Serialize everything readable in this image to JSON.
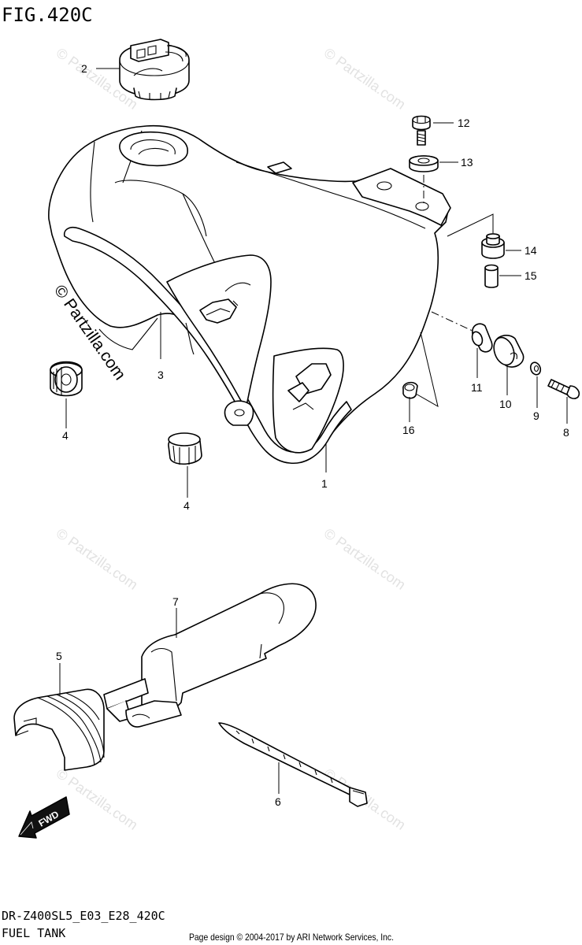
{
  "figure": {
    "title": "FIG.420C",
    "code": "DR-Z400SL5_E03_E28_420C",
    "name": "FUEL TANK",
    "copyright": "Page design © 2004-2017 by ARI Network Services, Inc."
  },
  "watermark": {
    "text": "© Partzilla.com"
  },
  "direction_arrow": {
    "label": "FWD"
  },
  "callouts": [
    {
      "id": "callout-1",
      "label": "1"
    },
    {
      "id": "callout-2",
      "label": "2"
    },
    {
      "id": "callout-3",
      "label": "3"
    },
    {
      "id": "callout-4a",
      "label": "4"
    },
    {
      "id": "callout-4b",
      "label": "4"
    },
    {
      "id": "callout-5",
      "label": "5"
    },
    {
      "id": "callout-6",
      "label": "6"
    },
    {
      "id": "callout-7",
      "label": "7"
    },
    {
      "id": "callout-8",
      "label": "8"
    },
    {
      "id": "callout-9",
      "label": "9"
    },
    {
      "id": "callout-10",
      "label": "10"
    },
    {
      "id": "callout-11",
      "label": "11"
    },
    {
      "id": "callout-12",
      "label": "12"
    },
    {
      "id": "callout-13",
      "label": "13"
    },
    {
      "id": "callout-14",
      "label": "14"
    },
    {
      "id": "callout-15",
      "label": "15"
    },
    {
      "id": "callout-16",
      "label": "16"
    }
  ]
}
